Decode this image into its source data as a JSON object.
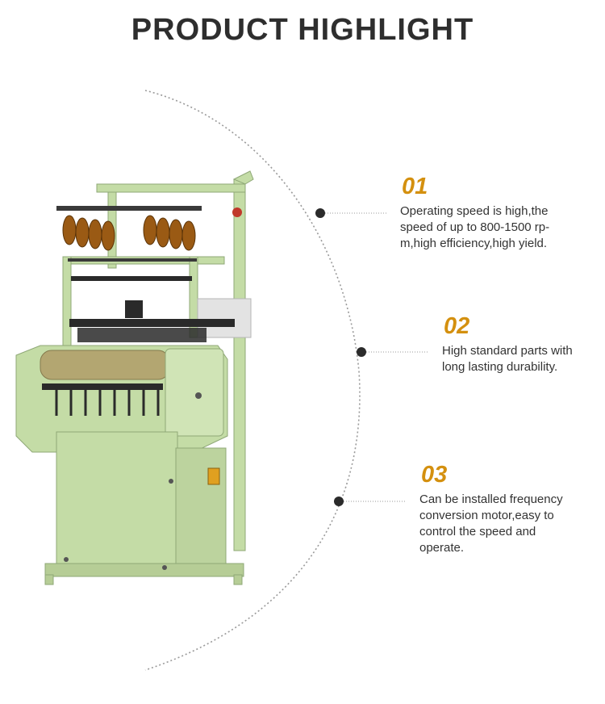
{
  "title": "PRODUCT HIGHLIGHT",
  "colors": {
    "accent": "#d4900f",
    "machine": "#c4dca6",
    "text": "#333333"
  },
  "highlights": [
    {
      "number": "01",
      "lines": [
        "Operating speed is high,the",
        "speed of up to 800-1500 rp-",
        "m,high efficiency,high yield."
      ]
    },
    {
      "number": "02",
      "lines": [
        "High standard parts with",
        "long lasting durability."
      ]
    },
    {
      "number": "03",
      "lines": [
        "Can be installed frequency",
        "conversion motor,easy to",
        "control the speed and",
        "operate."
      ]
    }
  ],
  "image": {
    "subject": "needle-loom-machine"
  }
}
